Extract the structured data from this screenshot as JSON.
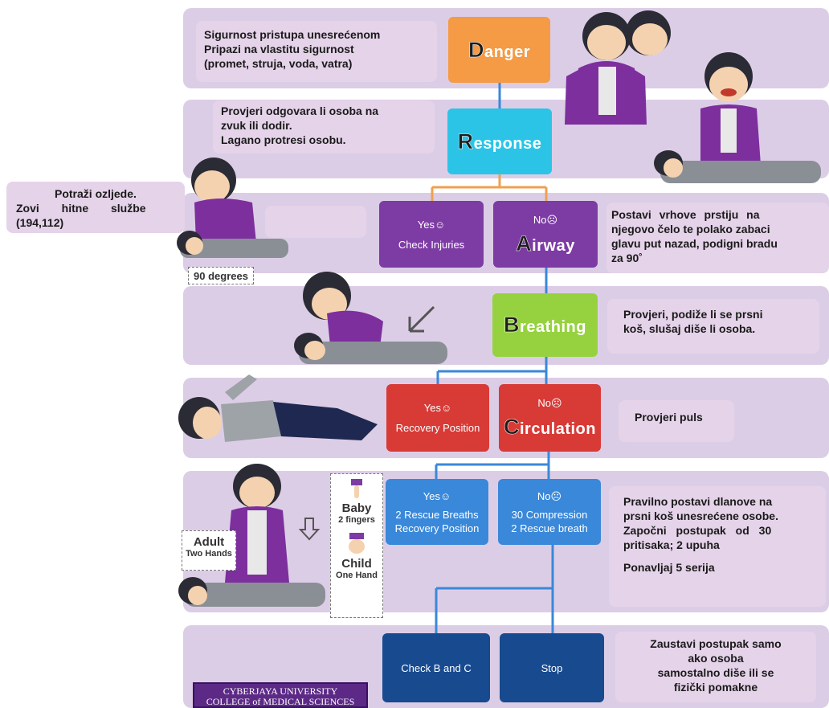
{
  "notes": {
    "danger": [
      "Sigurnost pristupa unesrećenom",
      "Pripazi na vlastitu sigurnost",
      "(promet, struja, voda, vatra)"
    ],
    "response": [
      "Provjeri odgovara li osoba na",
      "zvuk ili dodir.",
      "Lagano protresi osobu."
    ],
    "injuries": [
      "Potraži ozljede.",
      "Zovi hitne službe",
      "(194,112)"
    ],
    "airway": [
      "Postavi vrhove prstiju na",
      "njegovo čelo te polako zabaci",
      "glavu put nazad, podigni bradu",
      "za 90˚"
    ],
    "breathing": [
      "Provjeri, podiže li se prsni",
      "koš, slušaj diše li osoba."
    ],
    "circulation": [
      "Provjeri puls"
    ],
    "compression": [
      "Pravilno postavi dlanove na",
      "prsni koš unesrećene osobe.",
      "Započni postupak od 30",
      "pritisaka; 2 upuha"
    ],
    "compression_repeat": "Ponavljaj 5 serija",
    "stop": [
      "Zaustavi postupak samo",
      "ako osoba",
      "samostalno diše ili se",
      "fizički pomakne"
    ]
  },
  "steps": {
    "danger": {
      "initial": "D",
      "rest": "anger"
    },
    "response": {
      "initial": "R",
      "rest": "esponse"
    },
    "airway": {
      "prefix": "No☹",
      "initial": "A",
      "rest": "irway"
    },
    "breathing": {
      "initial": "B",
      "rest": "reathing"
    },
    "circulation": {
      "prefix": "No☹",
      "initial": "C",
      "rest": "irculation"
    }
  },
  "branches": {
    "yes_check": [
      "Yes☺",
      "Check Injuries"
    ],
    "yes_recovery": [
      "Yes☺",
      "Recovery Position"
    ],
    "yes_rescue": [
      "Yes☺",
      "2 Rescue Breaths",
      "Recovery Position"
    ],
    "no_compression": [
      "No☹",
      "30 Compression",
      "2 Rescue breath"
    ],
    "check_bc": "Check B and C",
    "stop": "Stop"
  },
  "tags": {
    "degrees": "90 degrees",
    "adult": [
      "Adult",
      "Two Hands"
    ],
    "baby": [
      "Baby",
      "2 fingers"
    ],
    "child": [
      "Child",
      "One Hand"
    ]
  },
  "logo": [
    "CYBERJAYA UNIVERSITY",
    "COLLEGE of MEDICAL SCIENCES"
  ],
  "colors": {
    "band": "#dccde6",
    "note": "#e5d3e9",
    "danger": "#f59a45",
    "response": "#2cc4e6",
    "airway": "#7d3ba4",
    "breathing": "#96d23f",
    "circulation": "#d83a36",
    "compression": "#3a88d9",
    "final": "#184a8f",
    "connector_orange": "#f0a050",
    "connector_blue": "#3a88d9"
  }
}
